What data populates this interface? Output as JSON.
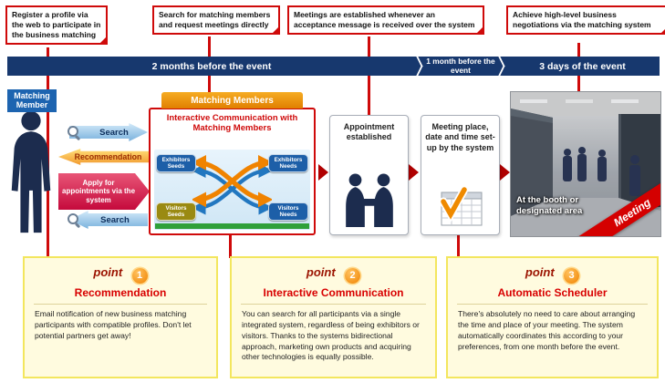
{
  "colors": {
    "accent_red": "#cf0a0a",
    "timeline_navy": "#17386e",
    "header_orange": "#ef8f00",
    "badge_blue": "#1d5fa8",
    "badge_olive": "#9a8a12",
    "panel_yellow": "#fffbdf",
    "arrow_blue": "#7ab2dd",
    "arrow_orange": "#f2992e",
    "arrow_red": "#c50a3c",
    "meeting_ribbon_red": "#d40000"
  },
  "callouts": [
    {
      "text": "Register a profile via the web to participate in the business matching"
    },
    {
      "text": "Search for matching members and request meetings directly"
    },
    {
      "text": "Meetings are established whenever an acceptance message is received over the system"
    },
    {
      "text": "Achieve high-level business negotiations via the matching system"
    }
  ],
  "timeline": [
    {
      "label": "2 months before the event"
    },
    {
      "label": "1 month before the event"
    },
    {
      "label": "3 days of the event"
    }
  ],
  "flow": {
    "member_label": "Matching Member",
    "search_top": "Search",
    "recommendation": "Recommendation",
    "apply": "Apply for appointments via the system",
    "search_bottom": "Search",
    "panel_header": "Matching Members",
    "panel_title": "Interactive Communication with Matching Members",
    "badge_exhibitors_seeds": "Exhibitors Seeds",
    "badge_exhibitors_needs": "Exhibitors Needs",
    "badge_visitors_seeds": "Visitors Seeds",
    "badge_visitors_needs": "Visitors Needs",
    "appointment": "Appointment established",
    "meeting_place": "Meeting place, date and time set-up by the system",
    "venue_caption": "At the booth or designated area",
    "venue_ribbon": "Meeting"
  },
  "points": [
    {
      "label": "point",
      "number": "1",
      "title": "Recommendation",
      "body": "Email notification of new business matching participants with compatible profiles. Don't let potential partners get away!"
    },
    {
      "label": "point",
      "number": "2",
      "title": "Interactive Communication",
      "body": "You can search for all participants via a single integrated system, regardless of being exhibitors or visitors. Thanks to the systems bidirectional approach, marketing own products and acquiring other technologies is equally possible."
    },
    {
      "label": "point",
      "number": "3",
      "title": "Automatic Scheduler",
      "body": "There's absolutely no need to care about arranging the time and place of your meeting. The system automatically coordinates this according to your preferences, from one month before the event."
    }
  ]
}
